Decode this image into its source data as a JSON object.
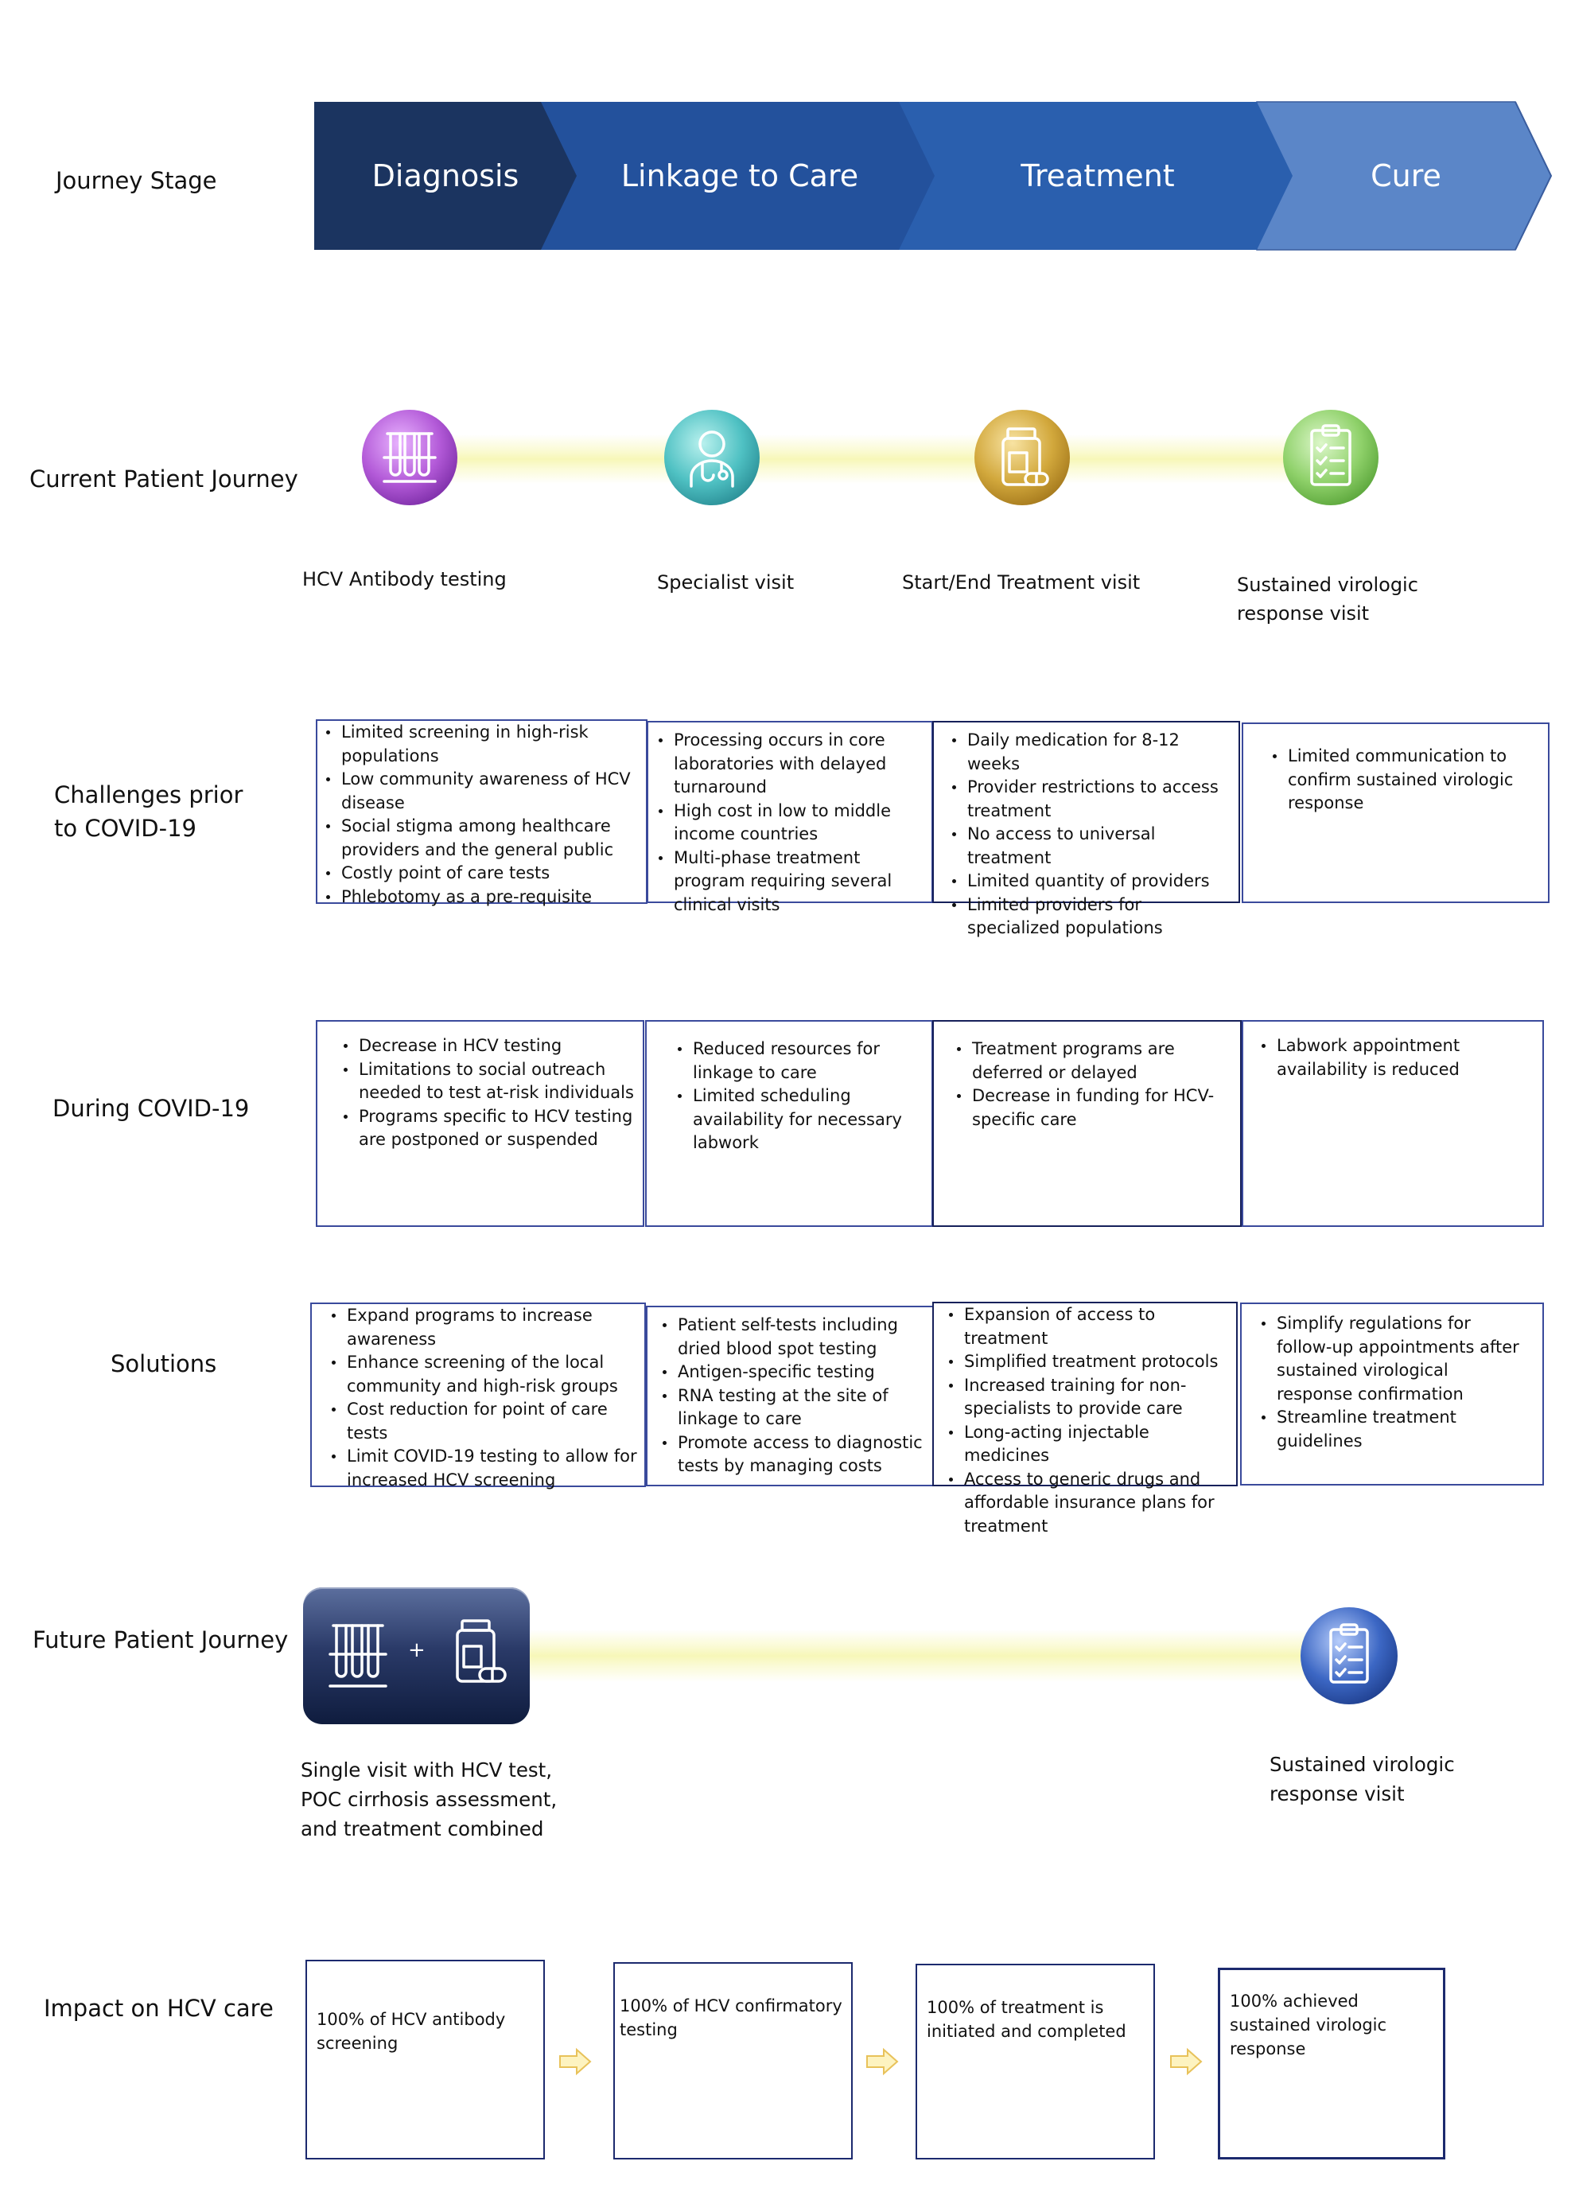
{
  "row_labels": {
    "journey_stage": "Journey Stage",
    "current_journey": "Current Patient Journey",
    "challenges": [
      "Challenges prior",
      "to COVID-19"
    ],
    "during": "During COVID-19",
    "solutions": "Solutions",
    "future_journey": "Future Patient Journey",
    "impact": "Impact on HCV care"
  },
  "stages": [
    "Diagnosis",
    "Linkage to Care",
    "Treatment",
    "Cure"
  ],
  "colors": {
    "stage1": "#1b3460",
    "stage2": "#23519c",
    "stage3": "#2a5fae",
    "stage4": "#5b86c8",
    "purple": "#b35ad8",
    "teal": "#4fc1c3",
    "gold": "#d2a83c",
    "green": "#8fd16a",
    "blue": "#3c67c4"
  },
  "current_journey": [
    {
      "icon": "test-tubes-icon",
      "label": [
        "HCV Antibody testing"
      ]
    },
    {
      "icon": "doctor-icon",
      "label": [
        "Specialist visit"
      ]
    },
    {
      "icon": "medication-bottle-icon",
      "label": [
        "Start/End Treatment visit"
      ]
    },
    {
      "icon": "clipboard-checklist-icon",
      "label": [
        "Sustained virologic",
        "response visit"
      ]
    }
  ],
  "challenges": [
    [
      "Limited screening in high-risk populations",
      "Low community awareness of HCV disease",
      "Social stigma among healthcare providers and the general public",
      "Costly point of care tests",
      "Phlebotomy as a pre-requisite"
    ],
    [
      "Processing occurs in core laboratories with delayed turnaround",
      "High cost in low to middle income countries",
      "Multi-phase treatment program requiring several clinical visits"
    ],
    [
      "Daily medication for 8-12 weeks",
      "Provider restrictions to access treatment",
      "No access to universal treatment",
      "Limited quantity of providers",
      "Limited providers for specialized populations"
    ],
    [
      "Limited communication to confirm sustained virologic response"
    ]
  ],
  "during": [
    [
      "Decrease in HCV testing",
      "Limitations to social outreach needed to test at-risk individuals",
      "Programs specific to HCV testing are postponed or suspended"
    ],
    [
      "Reduced resources for linkage to care",
      "Limited scheduling availability for necessary labwork"
    ],
    [
      "Treatment programs are deferred or delayed",
      "Decrease in funding for HCV-specific care"
    ],
    [
      "Labwork appointment availability is reduced"
    ]
  ],
  "solutions": [
    [
      "Expand programs to increase awareness",
      "Enhance screening of the local community and high-risk groups",
      "Cost reduction for point of care tests",
      "Limit COVID-19 testing to allow for increased HCV screening"
    ],
    [
      "Patient self-tests including dried blood spot testing",
      "Antigen-specific testing",
      "RNA testing at the site of linkage to care",
      "Promote access to diagnostic tests by managing costs"
    ],
    [
      "Expansion of access to treatment",
      "Simplified treatment protocols",
      "Increased training for non-specialists to provide care",
      "Long-acting injectable medicines",
      "Access to generic drugs and affordable insurance plans for treatment"
    ],
    [
      "Simplify regulations for follow-up appointments after sustained virological response confirmation",
      "Streamline treatment guidelines"
    ]
  ],
  "future_journey": {
    "combined_plus": "+",
    "combined_label": [
      "Single visit with HCV test,",
      "POC cirrhosis assessment,",
      "and treatment combined"
    ],
    "end_label": [
      "Sustained virologic",
      "response visit"
    ]
  },
  "impact": [
    [
      "100% of HCV antibody",
      "screening"
    ],
    [
      "100% of HCV confirmatory",
      "testing"
    ],
    [
      "100% of treatment is",
      "initiated and completed"
    ],
    [
      "100% achieved",
      "sustained virologic",
      "response"
    ]
  ]
}
